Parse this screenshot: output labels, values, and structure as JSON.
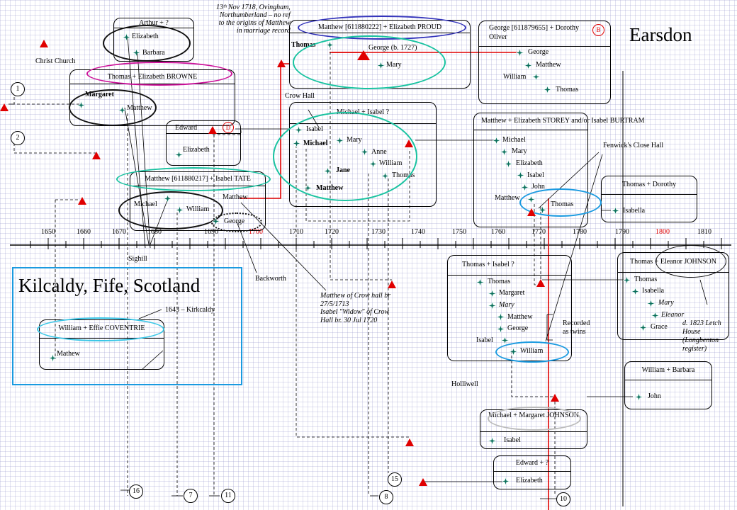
{
  "titles": {
    "earsdon": "Earsdon",
    "kilcaldy": "Kilcaldy, Fife, Scotland"
  },
  "colors": {
    "accent_red": "#e00000",
    "teal": "#19c3a0",
    "blue": "#1a9ae0",
    "navy": "#3333bb",
    "magenta": "#cc1199",
    "cyan": "#39c6e6",
    "grey": "#bbbbbb"
  },
  "axis": {
    "years": [
      "1650",
      "1660",
      "1670",
      "1680",
      "1690",
      "1700",
      "1710",
      "1720",
      "1730",
      "1740",
      "1750",
      "1760",
      "1770",
      "1780",
      "1790",
      "1800",
      "1810"
    ],
    "highlight": [
      "1700",
      "1800"
    ]
  },
  "boxes": {
    "arthur": {
      "title": "Arthur + ?",
      "members": [
        "Elizabeth",
        "Barbara"
      ]
    },
    "thomas_browne": {
      "title": "Thomas + Elizabeth BROWNE",
      "members": [
        "Margaret",
        "Matthew"
      ]
    },
    "edward": {
      "title": "Edward",
      "badge": "D",
      "members": [
        "Elizabeth"
      ]
    },
    "matthew_tate": {
      "title": "Matthew [611880217] + Isabel TATE",
      "members": [
        "Matthew",
        "Michael",
        "William",
        "George"
      ]
    },
    "matthew_proud": {
      "title": "Matthew [611880222] + Elizabeth PROUD",
      "members": [
        "Thomas",
        "George (b. 1727)",
        "Mary"
      ]
    },
    "michael_isabel": {
      "title": "Michael + Isabel ?",
      "members": [
        "Isabel",
        "Michael",
        "Mary",
        "Anne",
        "William",
        "Jane",
        "Thomas",
        "Matthew"
      ]
    },
    "george_oliver": {
      "title": "George [611879655] + Dorothy Oliver",
      "badge": "B",
      "members": [
        "George",
        "Matthew",
        "William",
        "Thomas"
      ]
    },
    "matthew_storey": {
      "title": "Matthew + Elizabeth STOREY and/or Isabel BURTRAM",
      "members": [
        "Michael",
        "Mary",
        "Elizabeth",
        "Isabel",
        "John",
        "Matthew",
        "Thomas"
      ]
    },
    "thomas_dorothy": {
      "title": "Thomas + Dorothy",
      "members": [
        "Isabella"
      ]
    },
    "thomas_isabel": {
      "title": "Thomas + Isabel ?",
      "members": [
        "Thomas",
        "Margaret",
        "Mary",
        "Matthew",
        "George",
        "Isabel",
        "William"
      ],
      "twins_note": "Recorded as twins"
    },
    "thomas_johnson": {
      "title": "Thomas + Eleanor JOHNSON",
      "members": [
        "Thomas",
        "Isabella",
        "Mary",
        "Eleanor",
        "Grace"
      ],
      "note": "d. 1823 Letch House (Longbenton register)"
    },
    "william_barbara": {
      "title": "William + Barbara",
      "members": [
        "John"
      ]
    },
    "michael_johnson": {
      "title": "Michael + Margaret JOHNSON",
      "members": [
        "Isabel"
      ]
    },
    "edward_q": {
      "title": "Edward + ?",
      "members": [
        "Elizabeth"
      ]
    },
    "william_coventrie": {
      "title": "William + Effie COVENTRIE",
      "members": [
        "Mathew"
      ]
    }
  },
  "places": {
    "christ_church": "Christ Church",
    "crow_hall": "Crow Hall",
    "fenwick": "Fenwick's Close Hall",
    "sighill": "Sighill",
    "backworth": "Backworth",
    "holliwell": "Holliwell",
    "kirkcaldy": "1643 – Kirkcaldy"
  },
  "notes": {
    "ovingham": [
      "13ᵗʰ Nov 1718, Ovingham,",
      "Northumberland – no ref",
      "to the origins of Matthew",
      "in marriage record"
    ],
    "crowhall": [
      "Matthew of Crow hall br",
      "27/5/1713",
      "Isabel \"Widow\" of Crow",
      "Hall br. 30 Jul 1720"
    ]
  },
  "circled_numbers": [
    "1",
    "2",
    "16",
    "7",
    "11",
    "8",
    "15",
    "10"
  ]
}
